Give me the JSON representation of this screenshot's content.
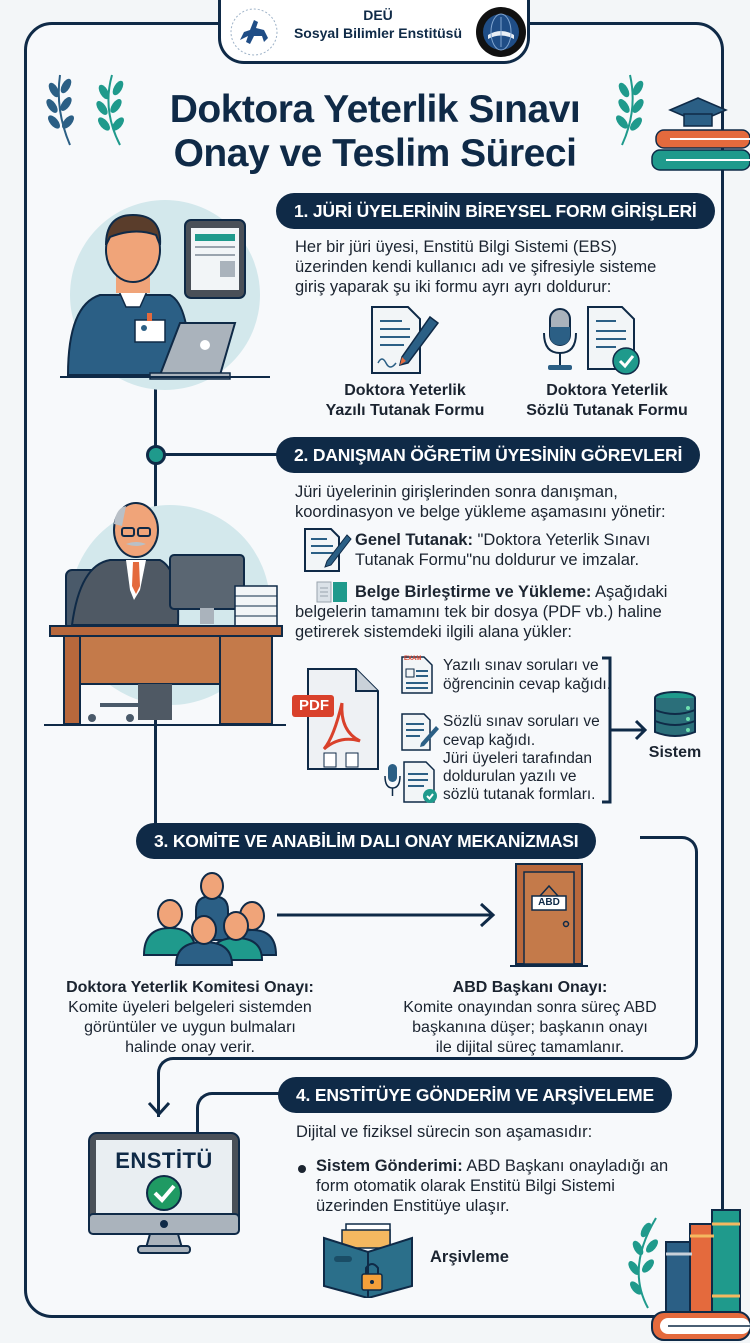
{
  "header": {
    "institution_line1": "DEÜ",
    "institution_line2": "Sosyal Bilimler Enstitüsü",
    "left_logo": "dokuz-eylul-universitesi-horse-logo",
    "right_logo": "sosyal-bilimler-enstitusu-globe-book-logo"
  },
  "title": {
    "line1": "Doktora Yeterlik Sınavı",
    "line2": "Onay ve Teslim Süreci"
  },
  "colors": {
    "navy": "#0f2a47",
    "teal": "#1f9a8c",
    "blue": "#2b5f85",
    "orange": "#e46a3d",
    "green": "#1f9a63",
    "wood": "#b8683c"
  },
  "section1": {
    "heading": "1. JÜRİ ÜYELERİNİN BİREYSEL FORM GİRİŞLERİ",
    "intro_line1": "Her bir jüri üyesi, Enstitü Bilgi Sistemi (EBS)",
    "intro_line2": "üzerinden kendi kullanıcı adı ve şifresiyle sisteme",
    "intro_line3": "giriş yaparak şu iki formu ayrı ayrı doldurur:",
    "forms": [
      {
        "line1": "Doktora Yeterlik",
        "line2": "Yazılı Tutanak Formu",
        "icon": "document-pen-icon"
      },
      {
        "line1": "Doktora Yeterlik",
        "line2": "Sözlü Tutanak Formu",
        "icon": "microphone-document-check-icon"
      }
    ]
  },
  "section2": {
    "heading": "2. DANIŞMAN ÖĞRETİM ÜYESİNİN GÖREVLERİ",
    "intro_line1": "Jüri üyelerinin girişlerinden sonra danışman,",
    "intro_line2": "koordinasyon ve belge yükleme aşamasını yönetir:",
    "genel_label": "Genel Tutanak:",
    "genel_line1": " \"Doktora Yeterlik Sınavı",
    "genel_line2": "Tutanak Formu\"nu doldurur ve imzalar.",
    "birlestirme_label": "Belge Birleştirme ve Yükleme:",
    "birlestirme_line1": " Aşağıdaki",
    "birlestirme_line2": "belgelerin tamamını tek bir dosya (PDF vb.) haline",
    "birlestirme_line3": "getirerek sistemdeki ilgili alana yükler:",
    "pdf_badge": "PDF",
    "exam_badge": "EXAM",
    "documents": [
      {
        "line1": "Yazılı sınav soruları ve",
        "line2": "öğrencinin cevap kağıdı.",
        "line3": ""
      },
      {
        "line1": "Sözlü sınav soruları ve",
        "line2": "cevap kağıdı.",
        "line3": ""
      },
      {
        "line1": "Jüri üyeleri tarafından",
        "line2": "doldurulan yazılı ve",
        "line3": "sözlü tutanak formları."
      }
    ],
    "system_label": "Sistem"
  },
  "section3": {
    "heading": "3. KOMİTE VE ANABİLİM DALI ONAY MEKANİZMASI",
    "door_sign": "ABD",
    "committee": {
      "title": "Doktora Yeterlik Komitesi Onayı:",
      "line1": "Komite üyeleri belgeleri sistemden",
      "line2": "görüntüler ve uygun bulmaları",
      "line3": "halinde onay verir."
    },
    "abd": {
      "title": "ABD Başkanı Onayı:",
      "line1": "Komite onayından sonra süreç ABD",
      "line2": "başkanına düşer; başkanın onayı",
      "line3": "ile dijital süreç tamamlanır."
    }
  },
  "section4": {
    "heading": "4. ENSTİTÜYE GÖNDERİM VE ARŞİVELEME",
    "intro": "Dijital ve fiziksel sürecin son aşamasıdır:",
    "bullet_label": "Sistem Gönderimi:",
    "bullet_line1": " ABD Başkanı onayladığı an",
    "bullet_line2": "form otomatik olarak Enstitü Bilgi Sistemi",
    "bullet_line3": "üzerinden Enstitüye ulaşır.",
    "monitor_label": "ENSTİTÜ",
    "archive_label": "Arşivleme"
  }
}
